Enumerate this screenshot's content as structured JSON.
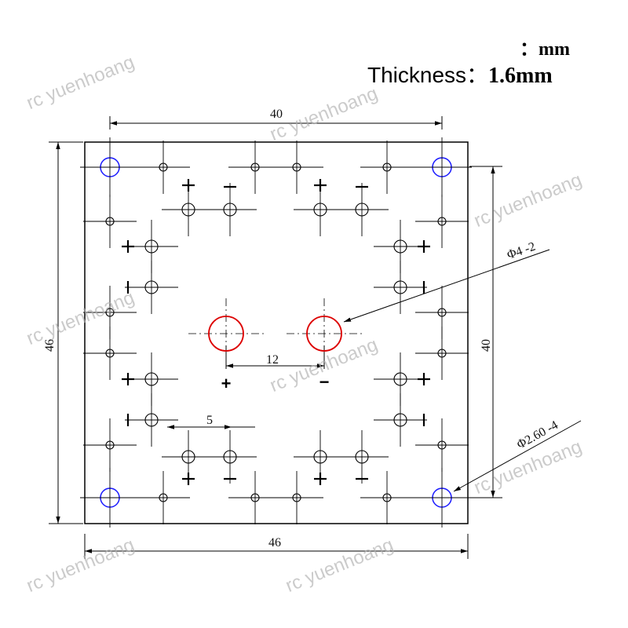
{
  "header": {
    "unit_prefix": "：",
    "unit": "mm",
    "thickness_label": "Thickness：",
    "thickness_value": "1.6mm"
  },
  "dimensions": {
    "top_width": "40",
    "left_height": "46",
    "right_height": "40",
    "bottom_width": "46",
    "center_spacing": "12",
    "pitch": "5",
    "big_hole_callout": "Φ4 -2",
    "small_hole_callout": "Φ2.60 -4"
  },
  "polarity": {
    "plus": "+",
    "minus": "−"
  },
  "watermark": "rc yuenhoang",
  "colors": {
    "line": "#000000",
    "mount_hole": "#1a1aff",
    "big_hole": "#dd0000",
    "watermark": "#b0b0b0"
  }
}
